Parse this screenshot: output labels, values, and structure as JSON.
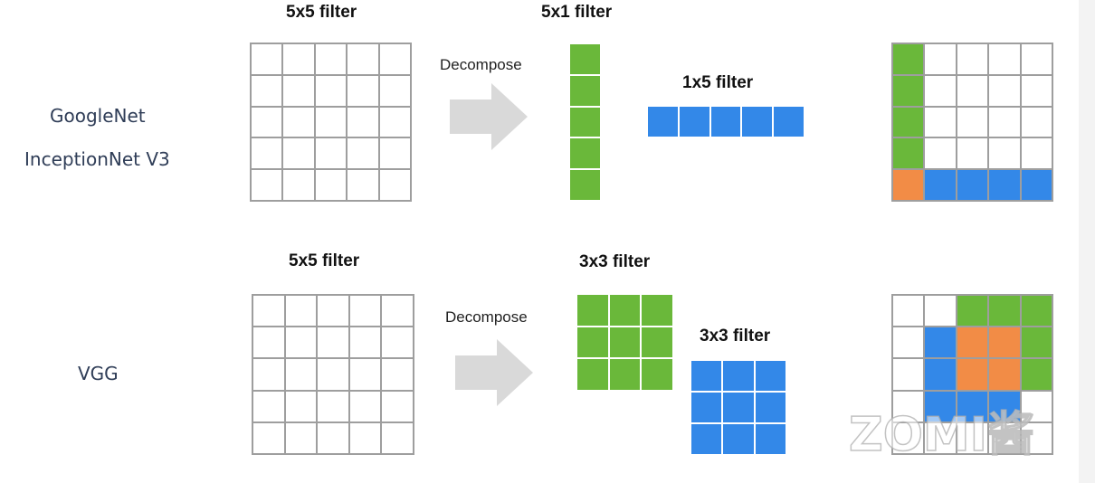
{
  "colors": {
    "green": "#6ab83a",
    "blue": "#3388e8",
    "orange": "#f28c46",
    "arrow": "#d9d9d9"
  },
  "row1": {
    "network_labels": [
      "GoogleNet",
      "InceptionNet V3"
    ],
    "input_label": "5x5 filter",
    "decompose_label": "Decompose",
    "vertical_label": "5x1 filter",
    "horizontal_label": "1x5 filter"
  },
  "row2": {
    "network_label": "VGG",
    "input_label": "5x5 filter",
    "decompose_label": "Decompose",
    "first_label": "3x3 filter",
    "second_label": "3x3 filter"
  },
  "watermark": "ZOMI酱"
}
